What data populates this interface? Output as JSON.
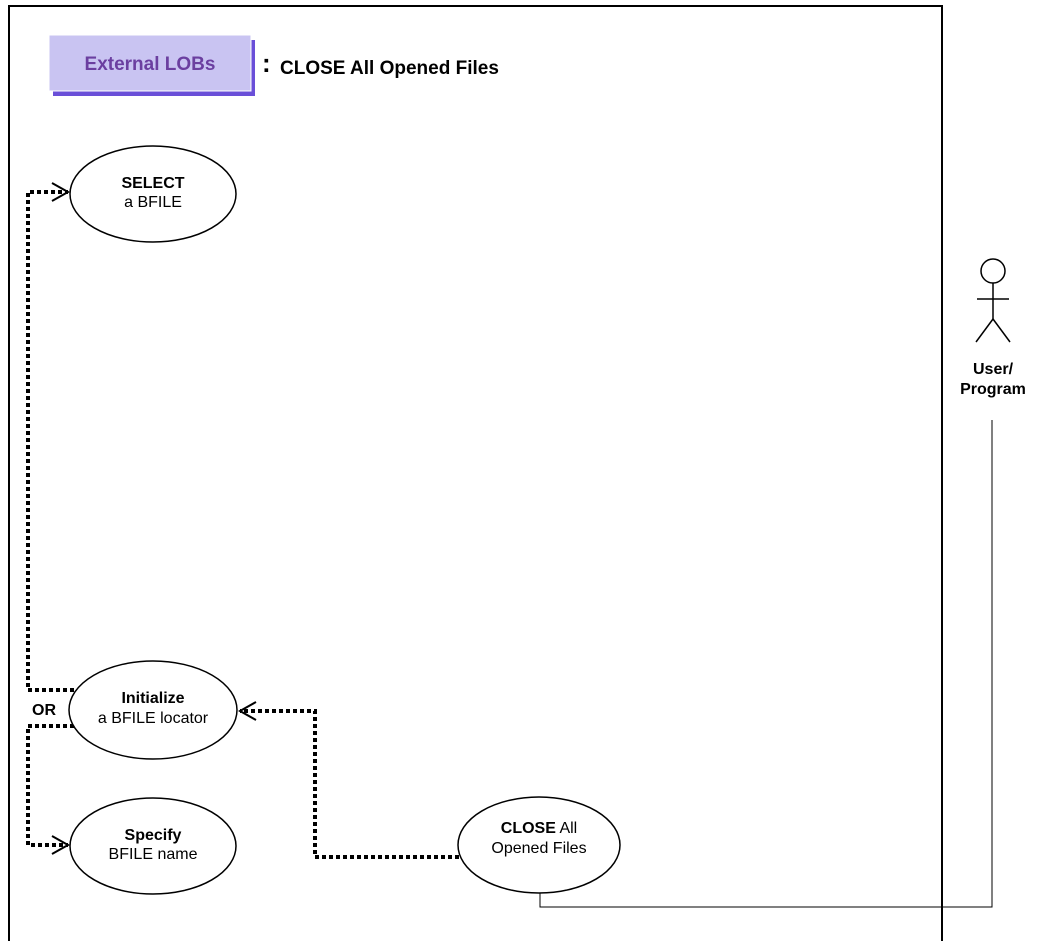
{
  "header": {
    "badge_label": "External LOBs",
    "separator": ":",
    "title": "CLOSE All Opened Files"
  },
  "use_cases": {
    "select_bfile": {
      "line1": "SELECT",
      "line2": "a BFILE"
    },
    "initialize_locator": {
      "line1": "Initialize",
      "line2": "a BFILE locator"
    },
    "specify_name": {
      "line1": "Specify",
      "line2": "BFILE name"
    },
    "close_all": {
      "line1_bold": "CLOSE",
      "line1_rest": " All",
      "line2": "Opened Files"
    }
  },
  "or_label": "OR",
  "actor": {
    "line1": "User/",
    "line2": "Program"
  },
  "colors": {
    "badge_fill": "#c9c4f2",
    "badge_text": "#6b3fa0",
    "badge_shadow": "#6a4fd8"
  }
}
